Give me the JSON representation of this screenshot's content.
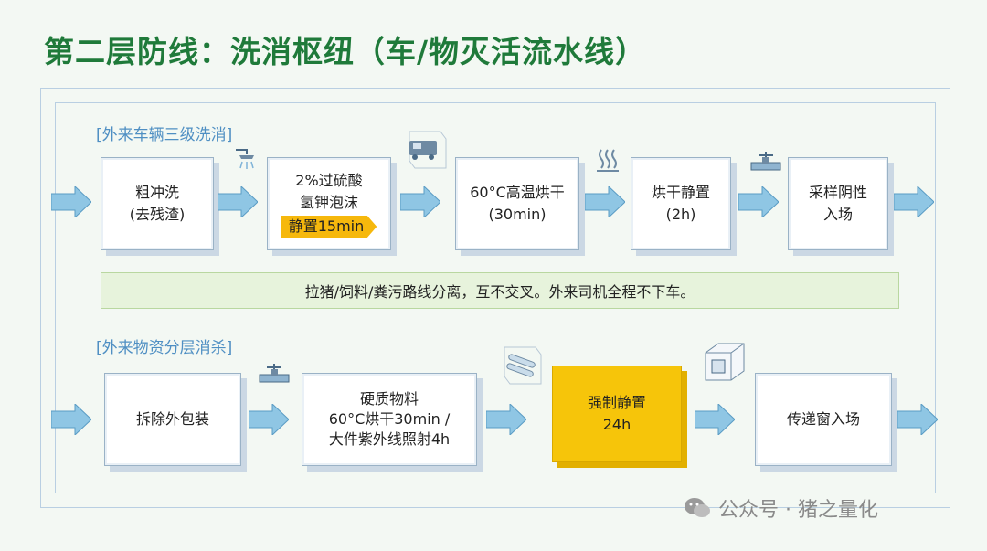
{
  "title": "第二层防线：洗消枢纽（车/物灭活流水线）",
  "section1": {
    "label": "[外来车辆三级洗消]",
    "steps": [
      {
        "line1": "粗冲洗",
        "line2": "(去残渣)"
      },
      {
        "line1": "2%过硫酸",
        "line2": "氢钾泡沫",
        "badge": "静置15min"
      },
      {
        "line1": "60°C高温烘干",
        "line2": "(30min)"
      },
      {
        "line1": "烘干静置",
        "line2": "(2h)"
      },
      {
        "line1": "采样阴性",
        "line2": "入场"
      }
    ],
    "note": "拉猪/饲料/粪污路线分离，互不交叉。外来司机全程不下车。"
  },
  "section2": {
    "label": "[外来物资分层消杀]",
    "steps": [
      {
        "line1": "拆除外包装"
      },
      {
        "line1": "硬质物料",
        "line2": "60°C烘干30min /",
        "line3": "大件紫外线照射4h"
      },
      {
        "line1": "强制静置",
        "line2": "24h"
      },
      {
        "line1": "传递窗入场"
      }
    ]
  },
  "watermark": "公众号 · 猪之量化",
  "colors": {
    "title": "#1f7a3a",
    "accent": "#f6c50a",
    "arrow": "#8fc6e4",
    "note_bg": "#e7f3dc"
  }
}
